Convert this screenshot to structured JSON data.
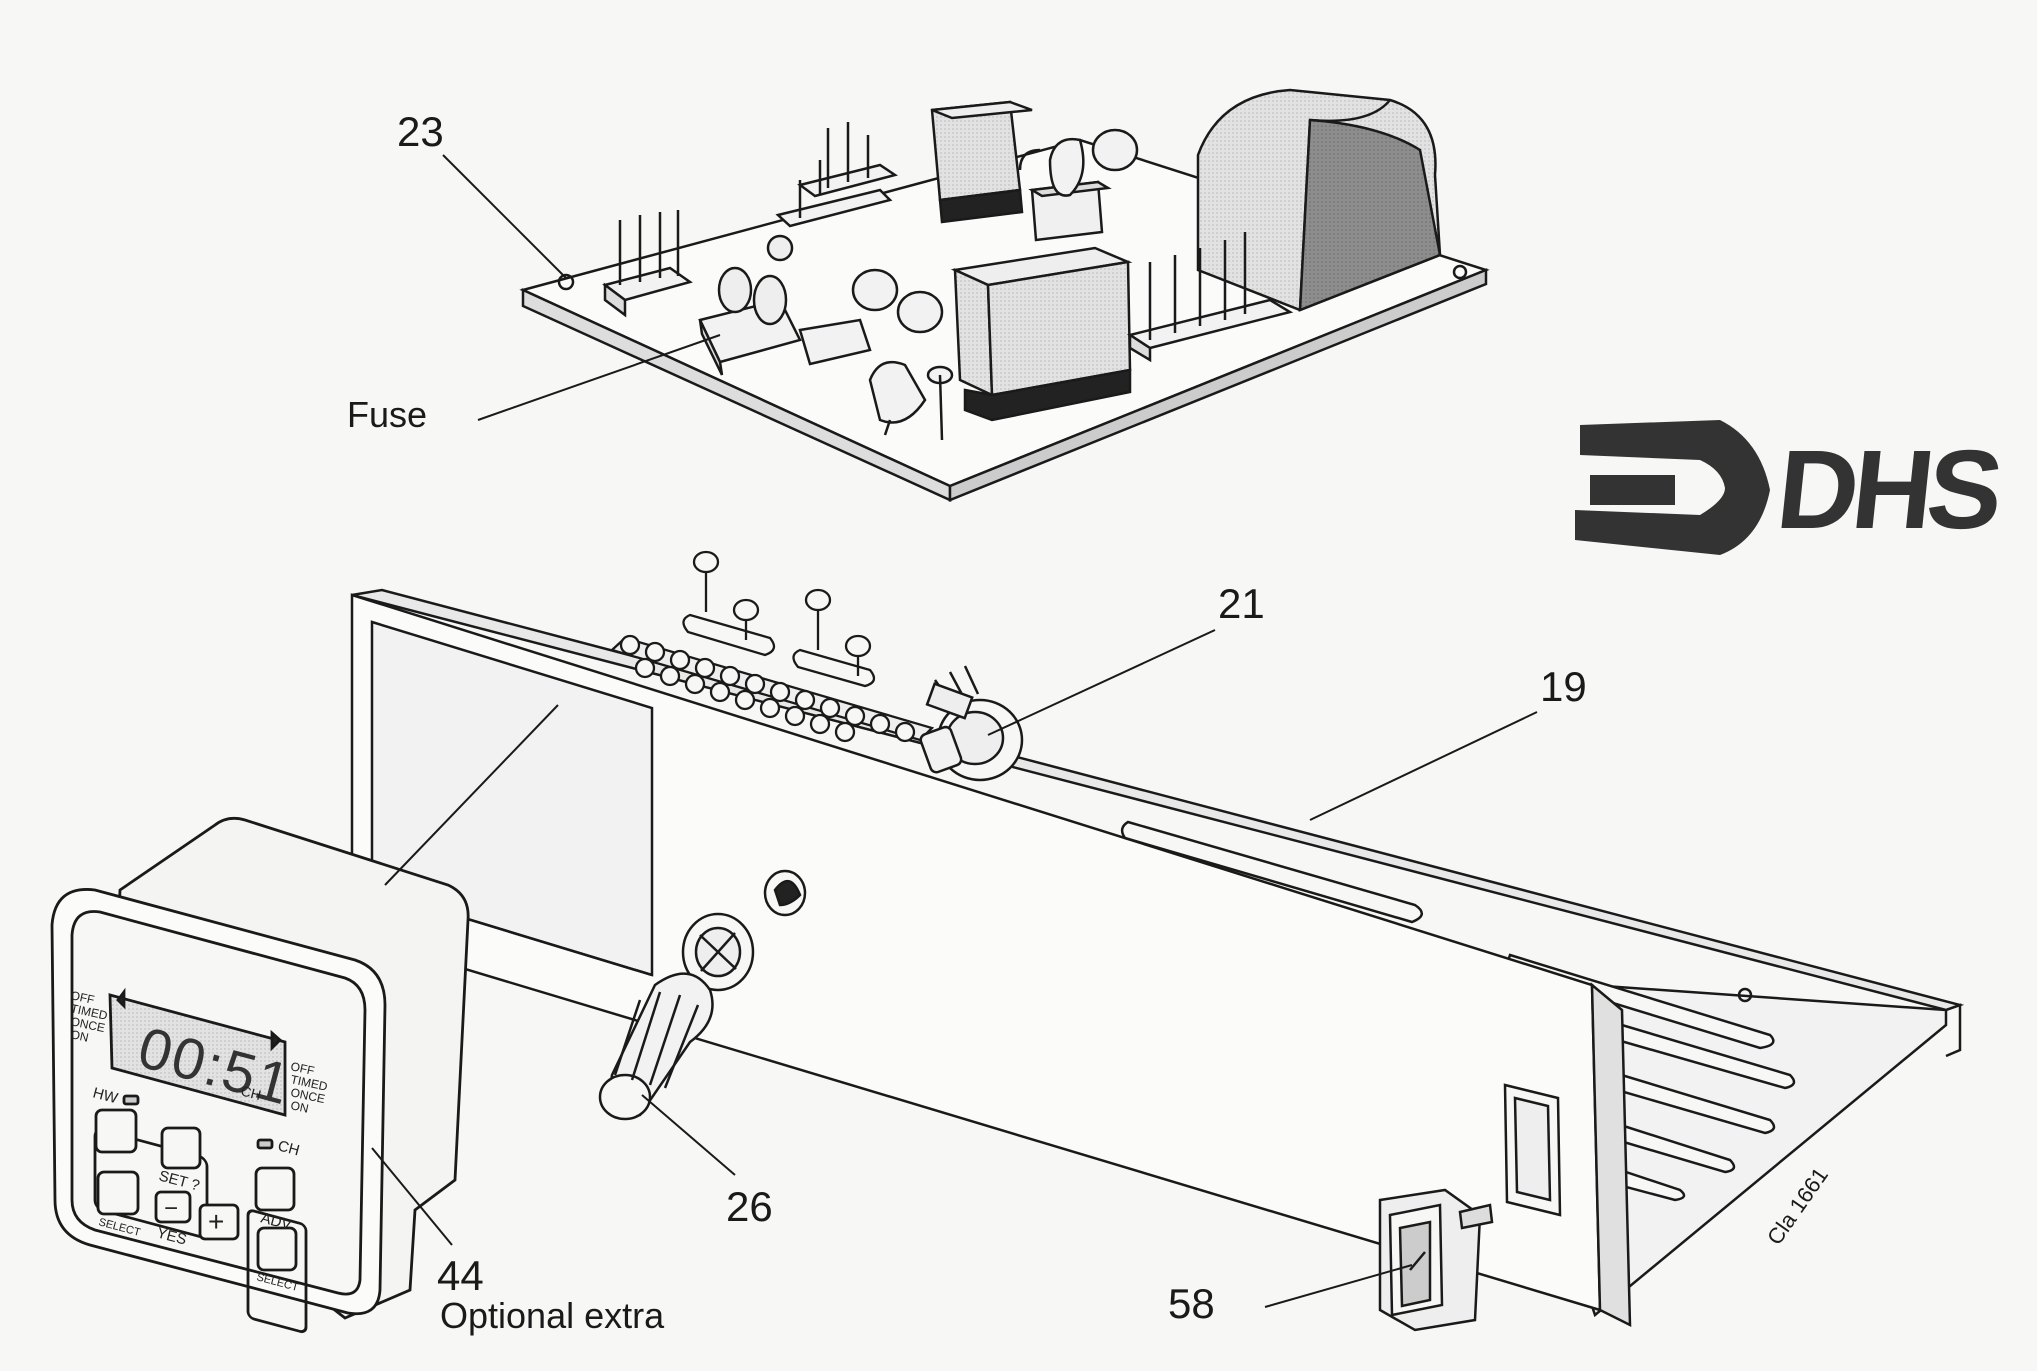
{
  "labels": {
    "board": "23",
    "fuse": "Fuse",
    "potentiometer": "21",
    "chassis": "19",
    "knob": "26",
    "programmer": "44",
    "programmer_note": "Optional extra",
    "rocker_switch": "58",
    "drawing_ref": "Cla 1661"
  },
  "logo": {
    "text": "DHS",
    "icon": "arrow-bracket-icon"
  },
  "programmer": {
    "display": "00:51",
    "display_suffix": "CH",
    "mode_left": [
      "OFF",
      "TIMED",
      "ONCE",
      "ON"
    ],
    "mode_right": [
      "OFF",
      "TIMED",
      "ONCE",
      "ON"
    ],
    "btn_hw": "HW",
    "btn_ch": "CH",
    "btn_set": "SET ?",
    "btn_adv": "ADV",
    "btn_select_left": "SELECT",
    "btn_select_right": "SELECT",
    "btn_yes": "YES",
    "btn_minus": "−",
    "btn_plus": "+"
  },
  "colors": {
    "ink": "#1a1a1a",
    "paper": "#f7f7f5",
    "shade": "#9a9a9a",
    "dark": "#222222"
  }
}
